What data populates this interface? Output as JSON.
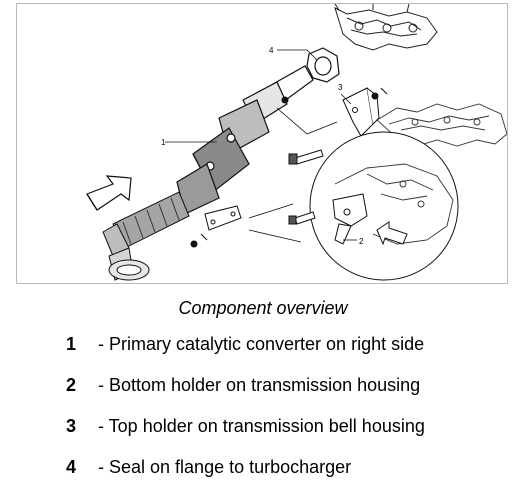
{
  "figure": {
    "callouts": [
      "1",
      "2",
      "3",
      "4"
    ]
  },
  "caption": "Component overview",
  "legend": [
    {
      "num": "1",
      "text": "- Primary catalytic converter on right side"
    },
    {
      "num": "2",
      "text": "- Bottom holder on transmission housing"
    },
    {
      "num": "3",
      "text": "- Top holder on transmission bell housing"
    },
    {
      "num": "4",
      "text": "- Seal on flange to turbocharger"
    }
  ]
}
